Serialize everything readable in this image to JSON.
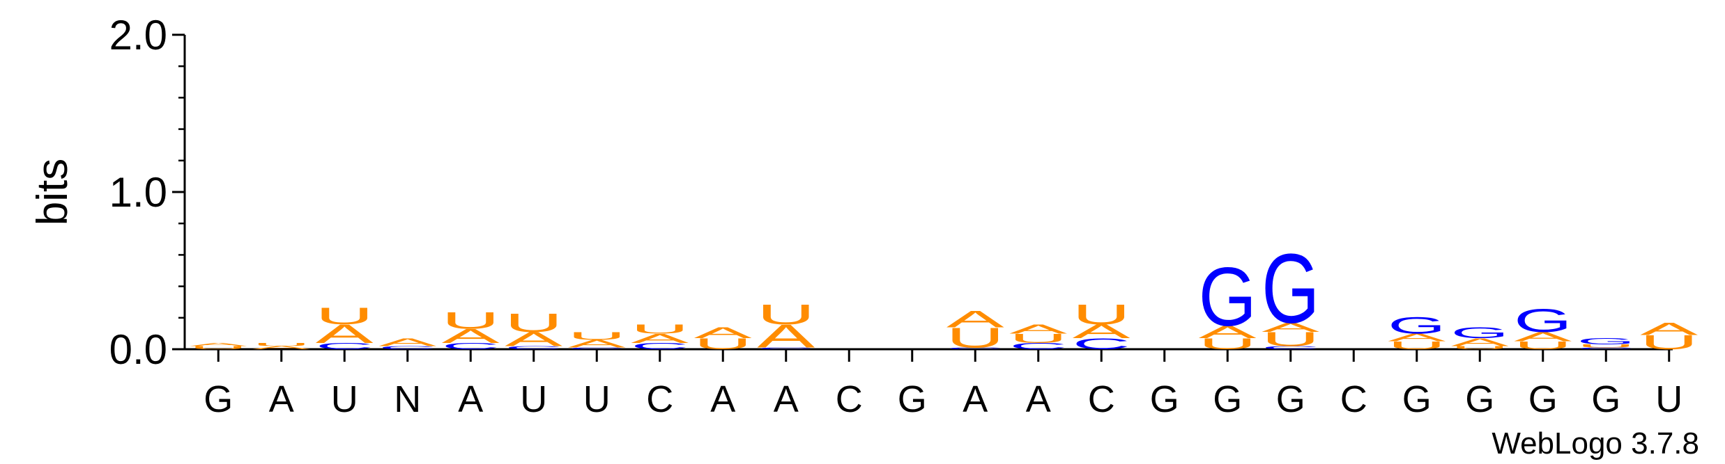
{
  "chart_data": {
    "type": "sequence-logo",
    "ylabel": "bits",
    "ylim": [
      0,
      2.0
    ],
    "yticks": [
      "0.0",
      "1.0",
      "2.0"
    ],
    "x_labels": [
      "G",
      "A",
      "U",
      "N",
      "A",
      "U",
      "U",
      "C",
      "A",
      "A",
      "C",
      "G",
      "A",
      "A",
      "C",
      "G",
      "G",
      "G",
      "C",
      "G",
      "G",
      "G",
      "G",
      "U"
    ],
    "credit": "WebLogo 3.7.8",
    "colors": {
      "A": "#ff8c00",
      "U": "#ff8c00",
      "G": "#0000ff",
      "C": "#0000ff"
    },
    "stacks": [
      [
        {
          "l": "U",
          "h": 0.02
        },
        {
          "l": "A",
          "h": 0.02
        }
      ],
      [
        {
          "l": "A",
          "h": 0.02
        },
        {
          "l": "U",
          "h": 0.02
        }
      ],
      [
        {
          "l": "C",
          "h": 0.04
        },
        {
          "l": "A",
          "h": 0.12
        },
        {
          "l": "U",
          "h": 0.11
        }
      ],
      [
        {
          "l": "C",
          "h": 0.02
        },
        {
          "l": "A",
          "h": 0.05
        }
      ],
      [
        {
          "l": "C",
          "h": 0.04
        },
        {
          "l": "A",
          "h": 0.09
        },
        {
          "l": "U",
          "h": 0.11
        }
      ],
      [
        {
          "l": "C",
          "h": 0.02
        },
        {
          "l": "A",
          "h": 0.09
        },
        {
          "l": "U",
          "h": 0.12
        }
      ],
      [
        {
          "l": "C",
          "h": 0.01
        },
        {
          "l": "A",
          "h": 0.05
        },
        {
          "l": "U",
          "h": 0.05
        }
      ],
      [
        {
          "l": "C",
          "h": 0.04
        },
        {
          "l": "A",
          "h": 0.06
        },
        {
          "l": "U",
          "h": 0.06
        }
      ],
      [
        {
          "l": "U",
          "h": 0.07
        },
        {
          "l": "A",
          "h": 0.07
        }
      ],
      [
        {
          "l": "C",
          "h": 0.01
        },
        {
          "l": "A",
          "h": 0.15
        },
        {
          "l": "U",
          "h": 0.13
        }
      ],
      [],
      [],
      [
        {
          "l": "C",
          "h": 0.01
        },
        {
          "l": "U",
          "h": 0.13
        },
        {
          "l": "A",
          "h": 0.11
        }
      ],
      [
        {
          "l": "C",
          "h": 0.04
        },
        {
          "l": "U",
          "h": 0.06
        },
        {
          "l": "A",
          "h": 0.06
        }
      ],
      [
        {
          "l": "C",
          "h": 0.07
        },
        {
          "l": "A",
          "h": 0.09
        },
        {
          "l": "U",
          "h": 0.13
        }
      ],
      [],
      [
        {
          "l": "U",
          "h": 0.07
        },
        {
          "l": "A",
          "h": 0.08
        },
        {
          "l": "G",
          "h": 0.38
        }
      ],
      [
        {
          "l": "C",
          "h": 0.02
        },
        {
          "l": "U",
          "h": 0.09
        },
        {
          "l": "A",
          "h": 0.06
        },
        {
          "l": "G",
          "h": 0.45
        }
      ],
      [],
      [
        {
          "l": "U",
          "h": 0.05
        },
        {
          "l": "A",
          "h": 0.05
        },
        {
          "l": "G",
          "h": 0.11
        }
      ],
      [
        {
          "l": "U",
          "h": 0.02
        },
        {
          "l": "A",
          "h": 0.05
        },
        {
          "l": "G",
          "h": 0.07
        }
      ],
      [
        {
          "l": "U",
          "h": 0.05
        },
        {
          "l": "A",
          "h": 0.06
        },
        {
          "l": "G",
          "h": 0.15
        }
      ],
      [
        {
          "l": "C",
          "h": 0.01
        },
        {
          "l": "U",
          "h": 0.02
        },
        {
          "l": "G",
          "h": 0.04
        }
      ],
      [
        {
          "l": "U",
          "h": 0.09
        },
        {
          "l": "A",
          "h": 0.08
        }
      ]
    ]
  }
}
